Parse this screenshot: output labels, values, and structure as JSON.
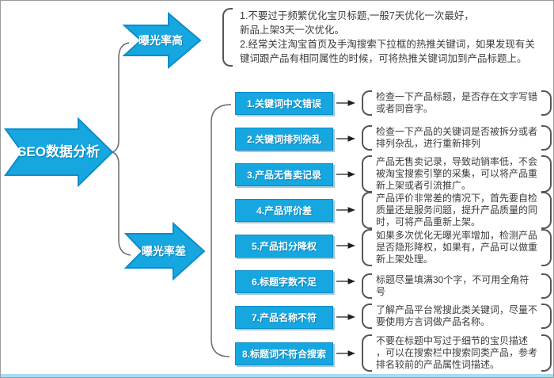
{
  "diagram": {
    "root_label": "SEO数据分析",
    "high_branch": {
      "label": "曝光率高",
      "note": "1.不要过于频繁优化宝贝标题,一般7天优化一次最好，\n新品上架3天一次优化。\n2.经常关注淘宝首页及手淘搜索下拉框的热推关键词，如果发现有关\n键词跟产品有相同属性的时候，可将热推关键词加到产品标题上。"
    },
    "low_branch": {
      "label": "曝光率差",
      "items": [
        {
          "label": "1.关键词中文错误",
          "detail": "检查一下产品标题，是否存在文字写错或者同音字。"
        },
        {
          "label": "2.关键词排列杂乱",
          "detail": "检查一下产品的关键词是否被拆分或者排列杂乱，进行重新排列"
        },
        {
          "label": "3.产品无售卖记录",
          "detail": "产品无售卖记录，导致动销率低，不会被淘宝搜索引擎的采集，可以将产品重新上架或者引流推广。"
        },
        {
          "label": "4.产品评价差",
          "detail": "产品评价非常差的情况下，首先要自检质量还是服务问题，提升产品质量的同时，可将产品重新上架。"
        },
        {
          "label": "5.产品扣分降权",
          "detail": "如果多次优化无曝光率增加，检测产品是否隐形降权，如果有，产品可以做重新上架处理。"
        },
        {
          "label": "6.标题字数不足",
          "detail": "标题尽量填满30个字，不可用全角符号"
        },
        {
          "label": "7.产品名称不符",
          "detail": "了解产品平台常搜此类关键词，尽量不要使用方言词做产品名称。"
        },
        {
          "label": "8.标题词不符合搜索",
          "detail": "不要在标题中写过于细节的宝贝描述 ，可以在搜索栏中搜索同类产品，参考排名较前的产品属性词描述。"
        }
      ]
    },
    "colors": {
      "accent": "#16a7e0",
      "accent_dark": "#0e8cc9",
      "bracket": "#565656",
      "text": "#3b3b3b"
    }
  }
}
